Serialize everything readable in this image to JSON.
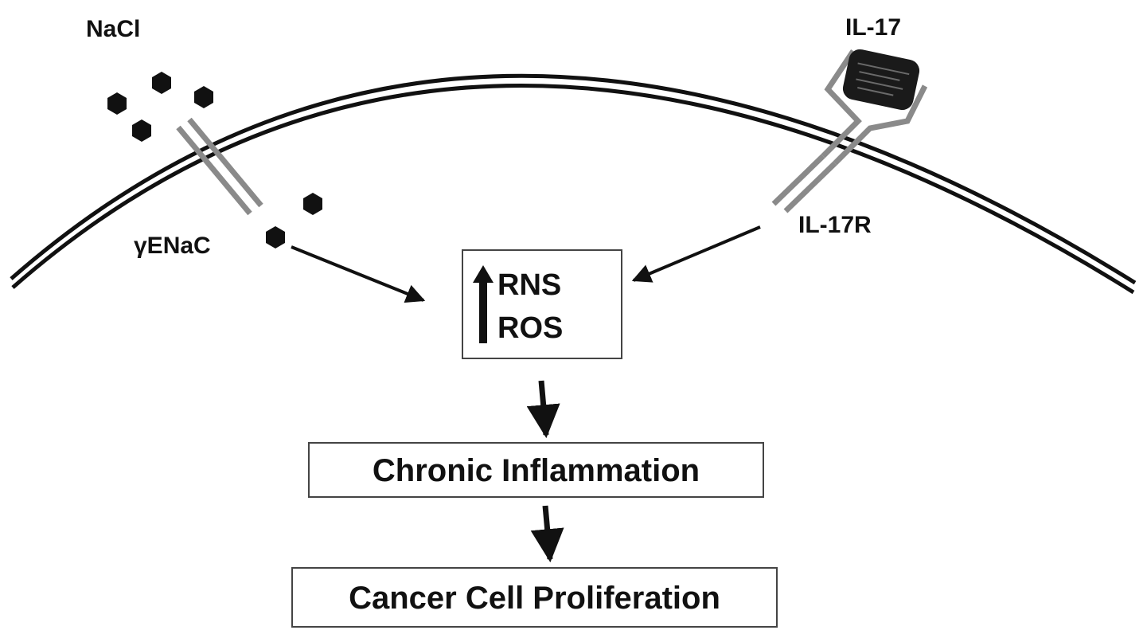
{
  "labels": {
    "salt": "NaCl",
    "cytokine": "IL-17",
    "channel": "γENaC",
    "receptor": "IL-17R"
  },
  "boxes": {
    "species": {
      "line1": "RNS",
      "line2": "ROS",
      "indicator_icon": "up-arrow-icon"
    },
    "inflammation": "Chronic Inflammation",
    "proliferation": "Cancer Cell Proliferation"
  },
  "colors": {
    "ink": "#111111",
    "membrane": "#111111",
    "channel": "#8a8a8a",
    "box_border": "#444444"
  }
}
